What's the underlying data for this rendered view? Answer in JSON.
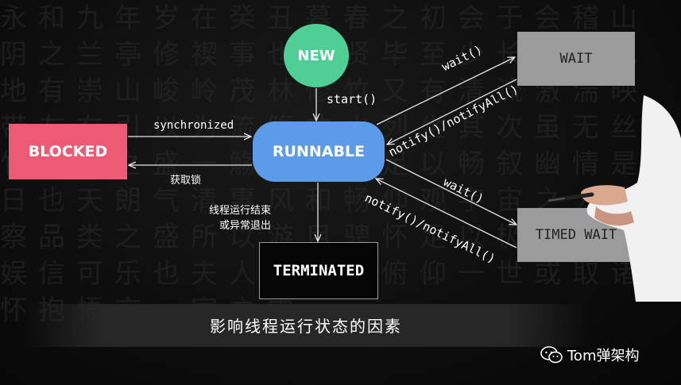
{
  "diagram": {
    "nodes": {
      "new": "NEW",
      "runnable": "RUNNABLE",
      "blocked": "BLOCKED",
      "terminated": "TERMINATED",
      "wait": "WAIT",
      "timed_wait": "TIMED WAIT"
    },
    "edges": {
      "start": "start()",
      "synchronized": "synchronized",
      "acquire_lock": "获取锁",
      "end_line1": "线程运行结束",
      "end_line2": "或异常退出",
      "wait_to_wait": "wait()",
      "notify_from_wait": "notify()/notifyAll()",
      "wait_to_timed": "wait()",
      "notify_from_timed": "notify()/notifyAll()"
    }
  },
  "caption": "影响线程运行状态的因素",
  "watermark": {
    "icon": "wechat-icon",
    "text": "Tom弹架构"
  },
  "colors": {
    "new": "#4fcf95",
    "runnable": "#5b9bea",
    "blocked": "#ee5a74",
    "wait": "#9b9b9b",
    "terminated": "#050505"
  }
}
